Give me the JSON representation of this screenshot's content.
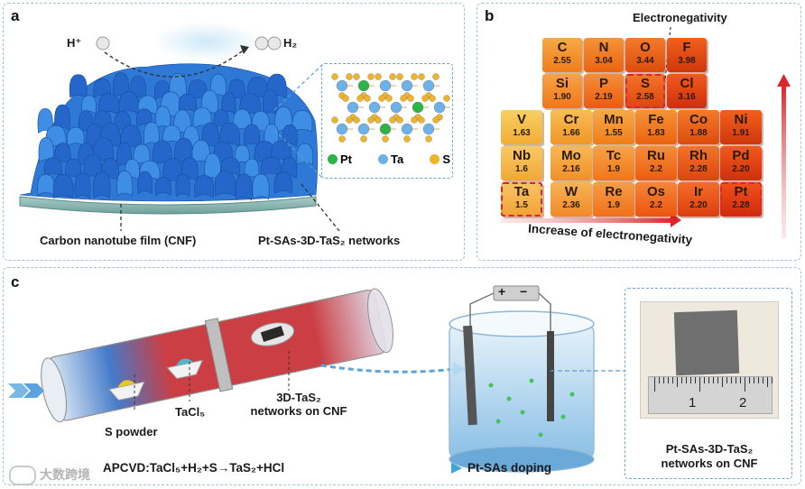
{
  "panel_a": {
    "label": "a",
    "h_plus": "H⁺",
    "h2": "H₂",
    "cnf_label": "Carbon nanotube film (CNF)",
    "network_label": "Pt-SAs-3D-TaS₂ networks",
    "legend": [
      {
        "name": "Pt",
        "color": "#2db34a"
      },
      {
        "name": "Ta",
        "color": "#6cb2e8"
      },
      {
        "name": "S",
        "color": "#f0b429"
      }
    ]
  },
  "panel_b": {
    "label": "b",
    "title": "Electronegativity",
    "axis_label": "Increase of electronegativity",
    "top_rows": [
      [
        {
          "sym": "C",
          "val": "2.55"
        },
        {
          "sym": "N",
          "val": "3.04"
        },
        {
          "sym": "O",
          "val": "3.44"
        },
        {
          "sym": "F",
          "val": "3.98"
        }
      ],
      [
        {
          "sym": "Si",
          "val": "1.90"
        },
        {
          "sym": "P",
          "val": "2.19"
        },
        {
          "sym": "S",
          "val": "2.58"
        },
        {
          "sym": "Cl",
          "val": "3.16"
        }
      ]
    ],
    "main_rows": [
      [
        {
          "sym": "V",
          "val": "1.63"
        },
        {
          "sym": "Cr",
          "val": "1.66"
        },
        {
          "sym": "Mn",
          "val": "1.55"
        },
        {
          "sym": "Fe",
          "val": "1.83"
        },
        {
          "sym": "Co",
          "val": "1.88"
        },
        {
          "sym": "Ni",
          "val": "1.91"
        }
      ],
      [
        {
          "sym": "Nb",
          "val": "1.6"
        },
        {
          "sym": "Mo",
          "val": "2.16"
        },
        {
          "sym": "Tc",
          "val": "1.9"
        },
        {
          "sym": "Ru",
          "val": "2.2"
        },
        {
          "sym": "Rh",
          "val": "2.28"
        },
        {
          "sym": "Pd",
          "val": "2.20"
        }
      ],
      [
        {
          "sym": "Ta",
          "val": "1.5"
        },
        {
          "sym": "W",
          "val": "2.36"
        },
        {
          "sym": "Re",
          "val": "1.9"
        },
        {
          "sym": "Os",
          "val": "2.2"
        },
        {
          "sym": "Ir",
          "val": "2.20"
        },
        {
          "sym": "Pt",
          "val": "2.28"
        }
      ]
    ],
    "highlighted": [
      "S",
      "Ta",
      "Pt"
    ]
  },
  "panel_c": {
    "label": "c",
    "s_powder": "S powder",
    "tacl5": "TaCl₅",
    "networks_line1": "3D-TaS₂",
    "networks_line2": "networks on CNF",
    "electrode_plus": "+",
    "electrode_minus": "−",
    "reaction": "APCVD:TaCl₅+H₂+S→TaS₂+HCl",
    "doping": "Pt-SAs doping",
    "ruler_1": "1",
    "ruler_2": "2",
    "product_line1": "Pt-SAs-3D-TaS₂",
    "product_line2": "networks on CNF"
  },
  "watermark": "大数跨境"
}
